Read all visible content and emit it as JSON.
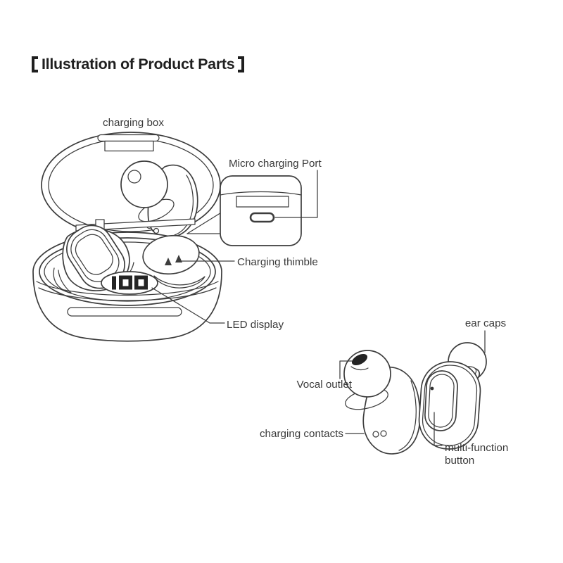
{
  "title": {
    "full_text": "【Illustration of Product Parts】",
    "text": "Illustration of Product Parts",
    "left_bracket": "【",
    "right_bracket": "】"
  },
  "illustration": {
    "labels": {
      "charging_box": "charging box",
      "micro_charging_port": "Micro charging Port",
      "charging_thimble": "Charging thimble",
      "led_display": "LED display",
      "ear_caps": "ear caps",
      "vocal_outlet": "Vocal outlet",
      "charging_contacts": "charging contacts",
      "multi_function_line1": "multi-function",
      "multi_function_line2": "button"
    },
    "led_display": {
      "value": "100"
    },
    "colors": {
      "line": "#3d3d3d",
      "text": "#3a3a3a",
      "title": "#1f1f1f",
      "led": "#242424",
      "background": "#ffffff"
    }
  }
}
